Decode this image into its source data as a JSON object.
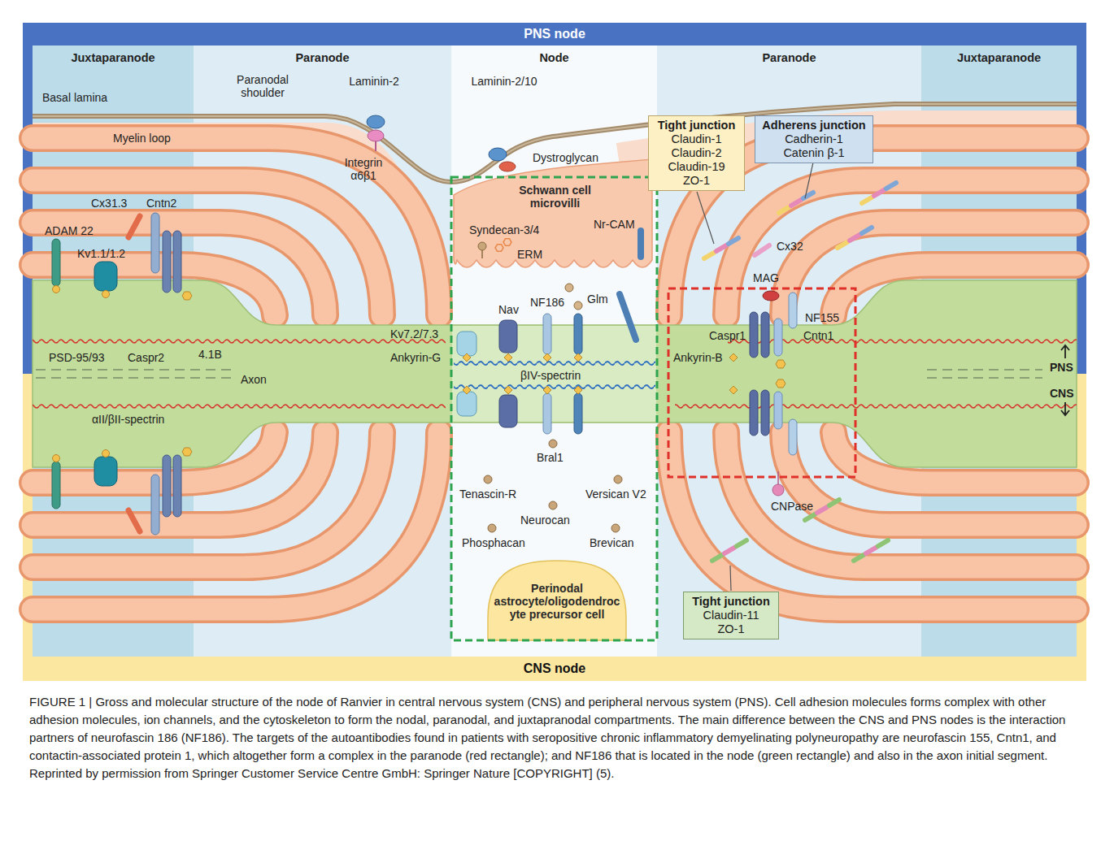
{
  "diagram": {
    "caption": "FIGURE 1 | Gross and molecular structure of the node of Ranvier in central nervous system (CNS) and peripheral nervous system (PNS). Cell adhesion molecules forms complex with other adhesion molecules, ion channels, and the cytoskeleton to form the nodal, paranodal, and juxtapranodal compartments. The main difference between the CNS and PNS nodes is the interaction partners of neurofascin 186 (NF186). The targets of the autoantibodies found in patients with seropositive chronic inflammatory demyelinating polyneuropathy are neurofascin 155, Cntn1, and contactin-associated protein 1, which altogether form a complex in the paranode (red rectangle); and NF186 that is located in the node (green rectangle) and also in the axon initial segment. Reprinted by permission from Springer Customer Service Centre GmbH: Springer Nature [COPYRIGHT] (5).",
    "nodes": [
      {
        "text": [
          "PNS node"
        ]
      },
      {
        "text": [
          "Juxtaparanode"
        ]
      },
      {
        "text": [
          "Paranode"
        ]
      },
      {
        "text": [
          "Node"
        ]
      },
      {
        "text": [
          "Paranode"
        ]
      },
      {
        "text": [
          "Juxtaparanode"
        ]
      },
      {
        "text": [
          "Schwann cell microvilli"
        ],
        "in": 3
      },
      {
        "text": [
          "Tight junction",
          "Claudin-1",
          "Claudin-2",
          "Claudin-19",
          "ZO-1"
        ]
      },
      {
        "text": [
          "Adherens junction",
          "Cadherin-1",
          "Catenin β-1"
        ],
        "in": 4
      },
      {
        "text": [
          "Axon"
        ]
      },
      {
        "text": [
          "Perinodal astrocyte/oligodendrocyte precursor cell"
        ],
        "in": 3
      },
      {
        "text": [
          "Tight junction",
          "Claudin-11",
          "ZO-1"
        ],
        "in": 4
      },
      {
        "text": [
          "CNS node"
        ]
      }
    ],
    "labels": [
      "Basal lamina",
      "Paranodal shoulder",
      "Myelin loop",
      "Laminin-2",
      "Integrin α6β1",
      "Laminin-2/10",
      "Dystroglycan",
      "Cx31.3",
      "Cntn2",
      "ADAM 22",
      "Kv1.1/1.2",
      "PSD-95/93",
      "Caspr2",
      "4.1B",
      "Syndecan-3/4",
      "ERM",
      "Nr-CAM",
      "NF186",
      "Glm",
      "Nav",
      "Kv7.2/7.3",
      "Ankyrin-G",
      "βIV-spectrin",
      "Cx32",
      "MAG",
      "NF155",
      "Caspr1",
      "Cntn1",
      "Ankyrin-B",
      "PNS",
      "CNS",
      "αII/βII-spectrin",
      "Bral1",
      "Tenascin-R",
      "Versican V2",
      "Neurocan",
      "Phosphacan",
      "Brevican",
      "CNPase"
    ]
  }
}
